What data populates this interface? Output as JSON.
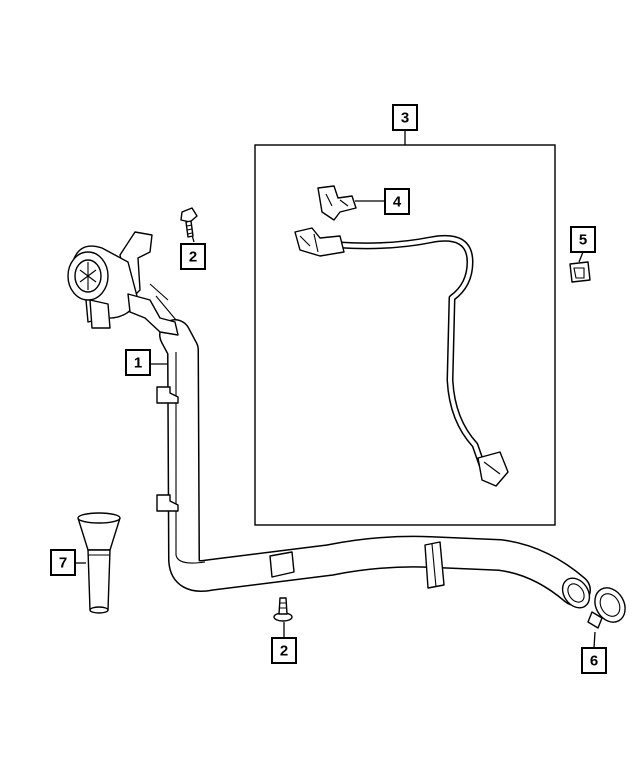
{
  "diagram": {
    "callouts": [
      {
        "id": "1",
        "label": "1"
      },
      {
        "id": "2a",
        "label": "2"
      },
      {
        "id": "2b",
        "label": "2"
      },
      {
        "id": "3",
        "label": "3"
      },
      {
        "id": "4",
        "label": "4"
      },
      {
        "id": "5",
        "label": "5"
      },
      {
        "id": "6",
        "label": "6"
      },
      {
        "id": "7",
        "label": "7"
      }
    ]
  }
}
